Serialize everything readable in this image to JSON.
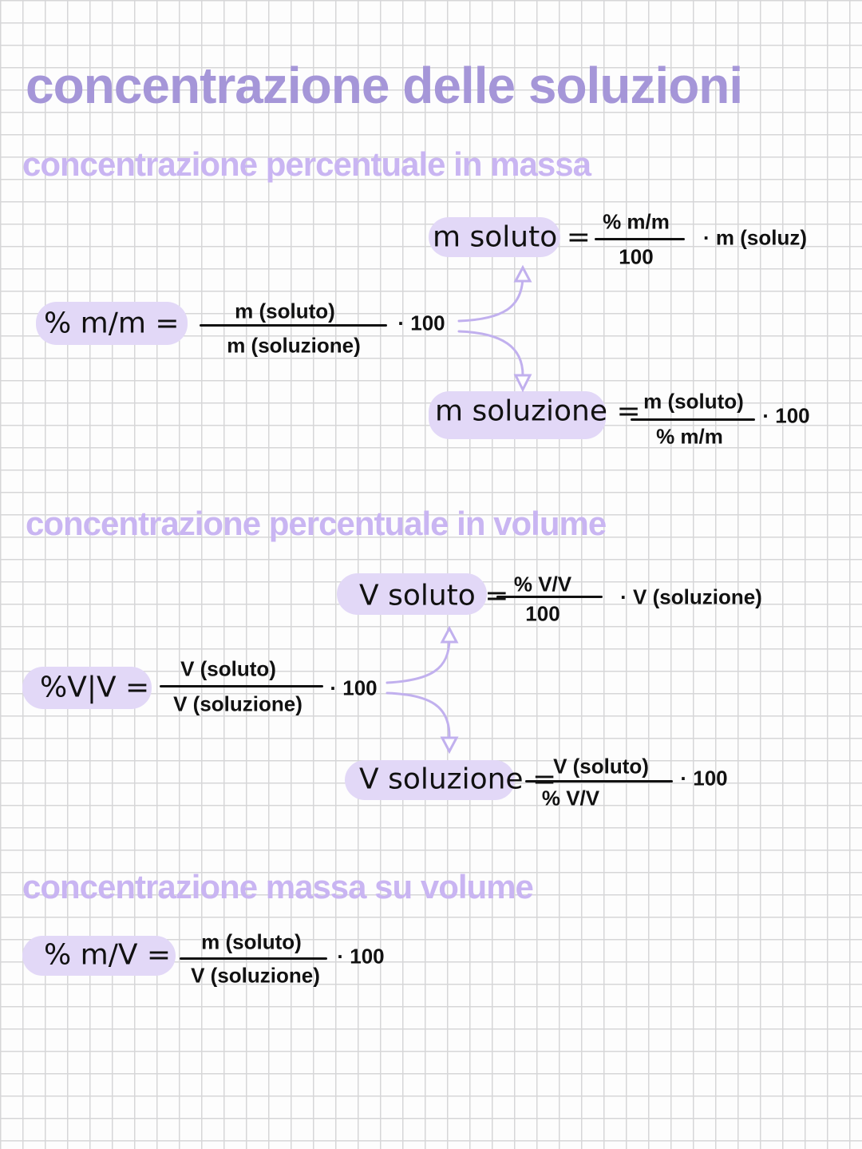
{
  "title": "concentrazione delle soluzioni",
  "colors": {
    "title": "#a596d8",
    "heading": "#c9b5f2",
    "highlight": "#e2d8f7",
    "arrow": "#c1b0ee"
  },
  "sections": [
    {
      "heading": "concentrazione percentuale in massa",
      "main": {
        "lhs": "% m/m =",
        "num": "m (soluto)",
        "den": "m (soluzione)",
        "mult": "· 100"
      },
      "upper": {
        "lhs": "m soluto =",
        "num": "% m/m",
        "den": "100",
        "mult": "· m (soluz)"
      },
      "lower": {
        "lhs": "m soluzione =",
        "num": "m (soluto)",
        "den": "% m/m",
        "mult": "· 100"
      }
    },
    {
      "heading": "concentrazione percentuale in volume",
      "main": {
        "lhs": "%V|V =",
        "num": "V (soluto)",
        "den": "V (soluzione)",
        "mult": "· 100"
      },
      "upper": {
        "lhs": "V soluto =",
        "num": "% V/V",
        "den": "100",
        "mult": "· V (soluzione)"
      },
      "lower": {
        "lhs": "V soluzione =",
        "num": "V (soluto)",
        "den": "% V/V",
        "mult": "· 100"
      }
    },
    {
      "heading": "concentrazione massa su volume",
      "main": {
        "lhs": "% m/V =",
        "num": "m (soluto)",
        "den": "V (soluzione)",
        "mult": "· 100"
      }
    }
  ]
}
